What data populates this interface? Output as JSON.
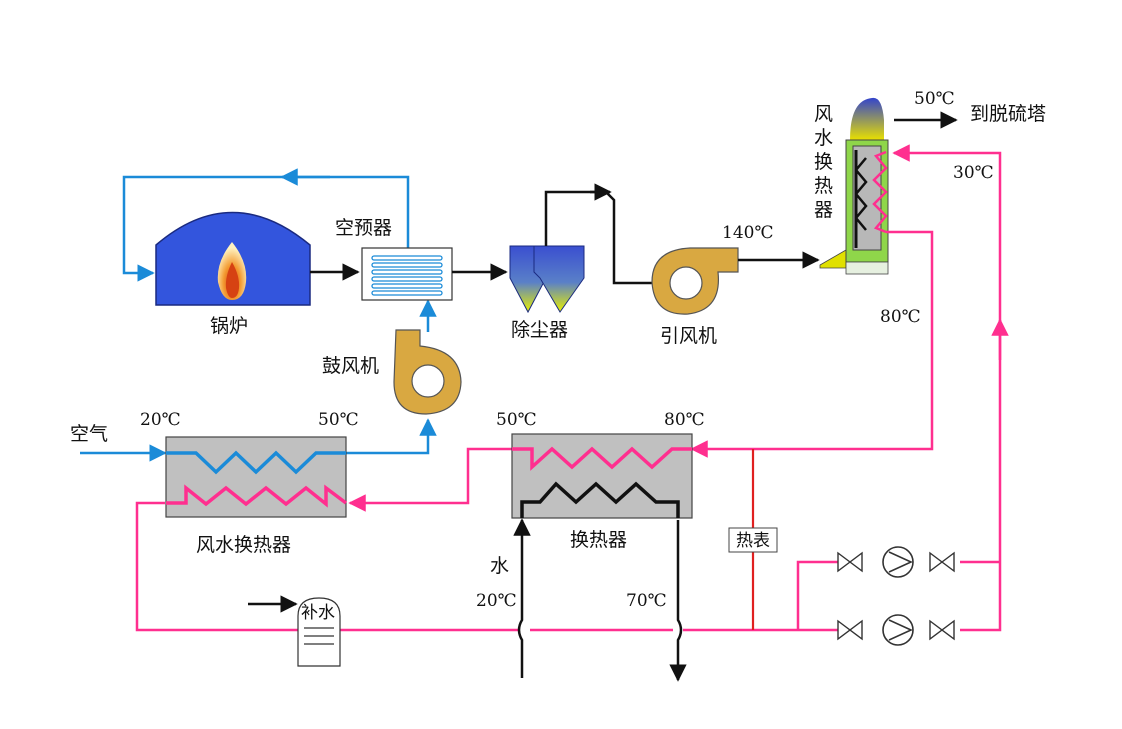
{
  "labels": {
    "boiler": "锅炉",
    "air_preheater": "空预器",
    "dust_collector": "除尘器",
    "induced_fan": "引风机",
    "forced_fan": "鼓风机",
    "air": "空气",
    "air_water_hx_bottom": "风水换热器",
    "heat_exchanger": "换热器",
    "water": "水",
    "heat_meter": "热表",
    "makeup_water": "补水",
    "to_desulfurization": "到脱硫塔",
    "air_water_hx_top": [
      "风",
      "水",
      "换",
      "热",
      "器"
    ]
  },
  "temps": {
    "air_in": "20℃",
    "air_out": "50℃",
    "hx_left": "50℃",
    "hx_right": "80℃",
    "flue_140": "140℃",
    "flue_out": "50℃",
    "return_30": "30℃",
    "supply_80": "80℃",
    "water_in": "20℃",
    "water_out": "70℃"
  },
  "colors": {
    "air_line": "#1b8bd8",
    "hot_water": "#ff2f8f",
    "flue": "#111111",
    "meter_line": "#e02020",
    "boiler_fill": "#3355dd",
    "fan_fill": "#d9a841",
    "hx_fill": "#c0c0c0",
    "tower_fill": "#8fd64a"
  }
}
